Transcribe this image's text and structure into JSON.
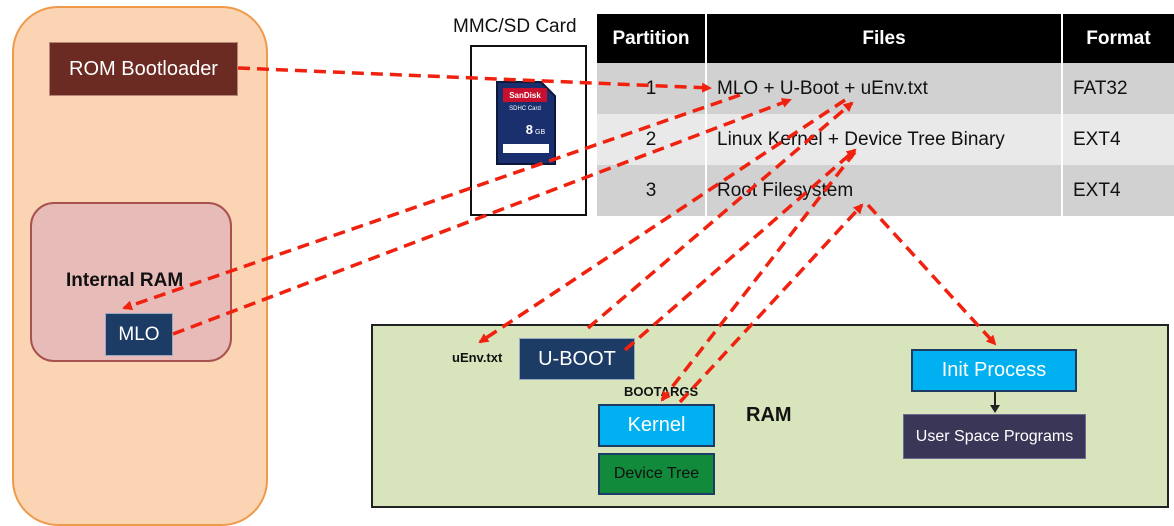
{
  "soc": {
    "rom_bootloader": "ROM Bootloader",
    "internal_ram": {
      "label": "Internal RAM",
      "mlo": "MLO"
    }
  },
  "card": {
    "label": "MMC/SD Card",
    "brand": "SanDisk",
    "type": "SDHC Card",
    "capacity": "8",
    "capacity_unit": "GB"
  },
  "partition_table": {
    "headers": [
      "Partition",
      "Files",
      "Format"
    ],
    "rows": [
      [
        "1",
        "MLO + U-Boot + uEnv.txt",
        "FAT32"
      ],
      [
        "2",
        "Linux Kernel + Device Tree Binary",
        "EXT4"
      ],
      [
        "3",
        "Root Filesystem",
        "EXT4"
      ]
    ]
  },
  "ram": {
    "label": "RAM",
    "uenv": "uEnv.txt",
    "uboot": "U-BOOT",
    "bootargs": "BOOTARGS",
    "kernel": "Kernel",
    "device_tree": "Device Tree",
    "init_process": "Init Process",
    "user_space": "User Space Programs"
  },
  "colors": {
    "arrow": "#f0220f",
    "soc_fill": "#fbd4b3",
    "ram_fill": "#d8e4bc",
    "dark_box": "#1c3b65",
    "light_blue_box": "#00b0f0"
  }
}
